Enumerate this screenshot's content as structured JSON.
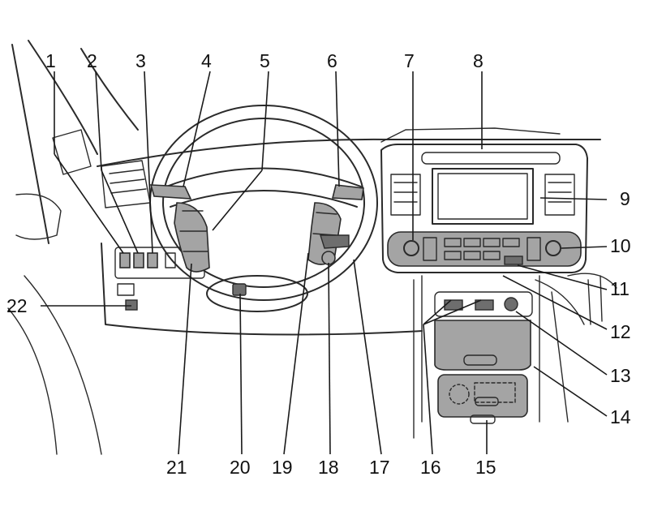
{
  "callouts": [
    {
      "id": "1",
      "label": "1"
    },
    {
      "id": "2",
      "label": "2"
    },
    {
      "id": "3",
      "label": "3"
    },
    {
      "id": "4",
      "label": "4"
    },
    {
      "id": "5",
      "label": "5"
    },
    {
      "id": "6",
      "label": "6"
    },
    {
      "id": "7",
      "label": "7"
    },
    {
      "id": "8",
      "label": "8"
    },
    {
      "id": "9",
      "label": "9"
    },
    {
      "id": "10",
      "label": "10"
    },
    {
      "id": "11",
      "label": "11"
    },
    {
      "id": "12",
      "label": "12"
    },
    {
      "id": "13",
      "label": "13"
    },
    {
      "id": "14",
      "label": "14"
    },
    {
      "id": "15",
      "label": "15"
    },
    {
      "id": "16",
      "label": "16"
    },
    {
      "id": "17",
      "label": "17"
    },
    {
      "id": "18",
      "label": "18"
    },
    {
      "id": "19",
      "label": "19"
    },
    {
      "id": "20",
      "label": "20"
    },
    {
      "id": "21",
      "label": "21"
    },
    {
      "id": "22",
      "label": "22"
    }
  ],
  "colors": {
    "line": "#2a2a2a",
    "control_fill": "#a4a4a4",
    "dark_fill": "#6e6e6e",
    "background": "#ffffff"
  }
}
